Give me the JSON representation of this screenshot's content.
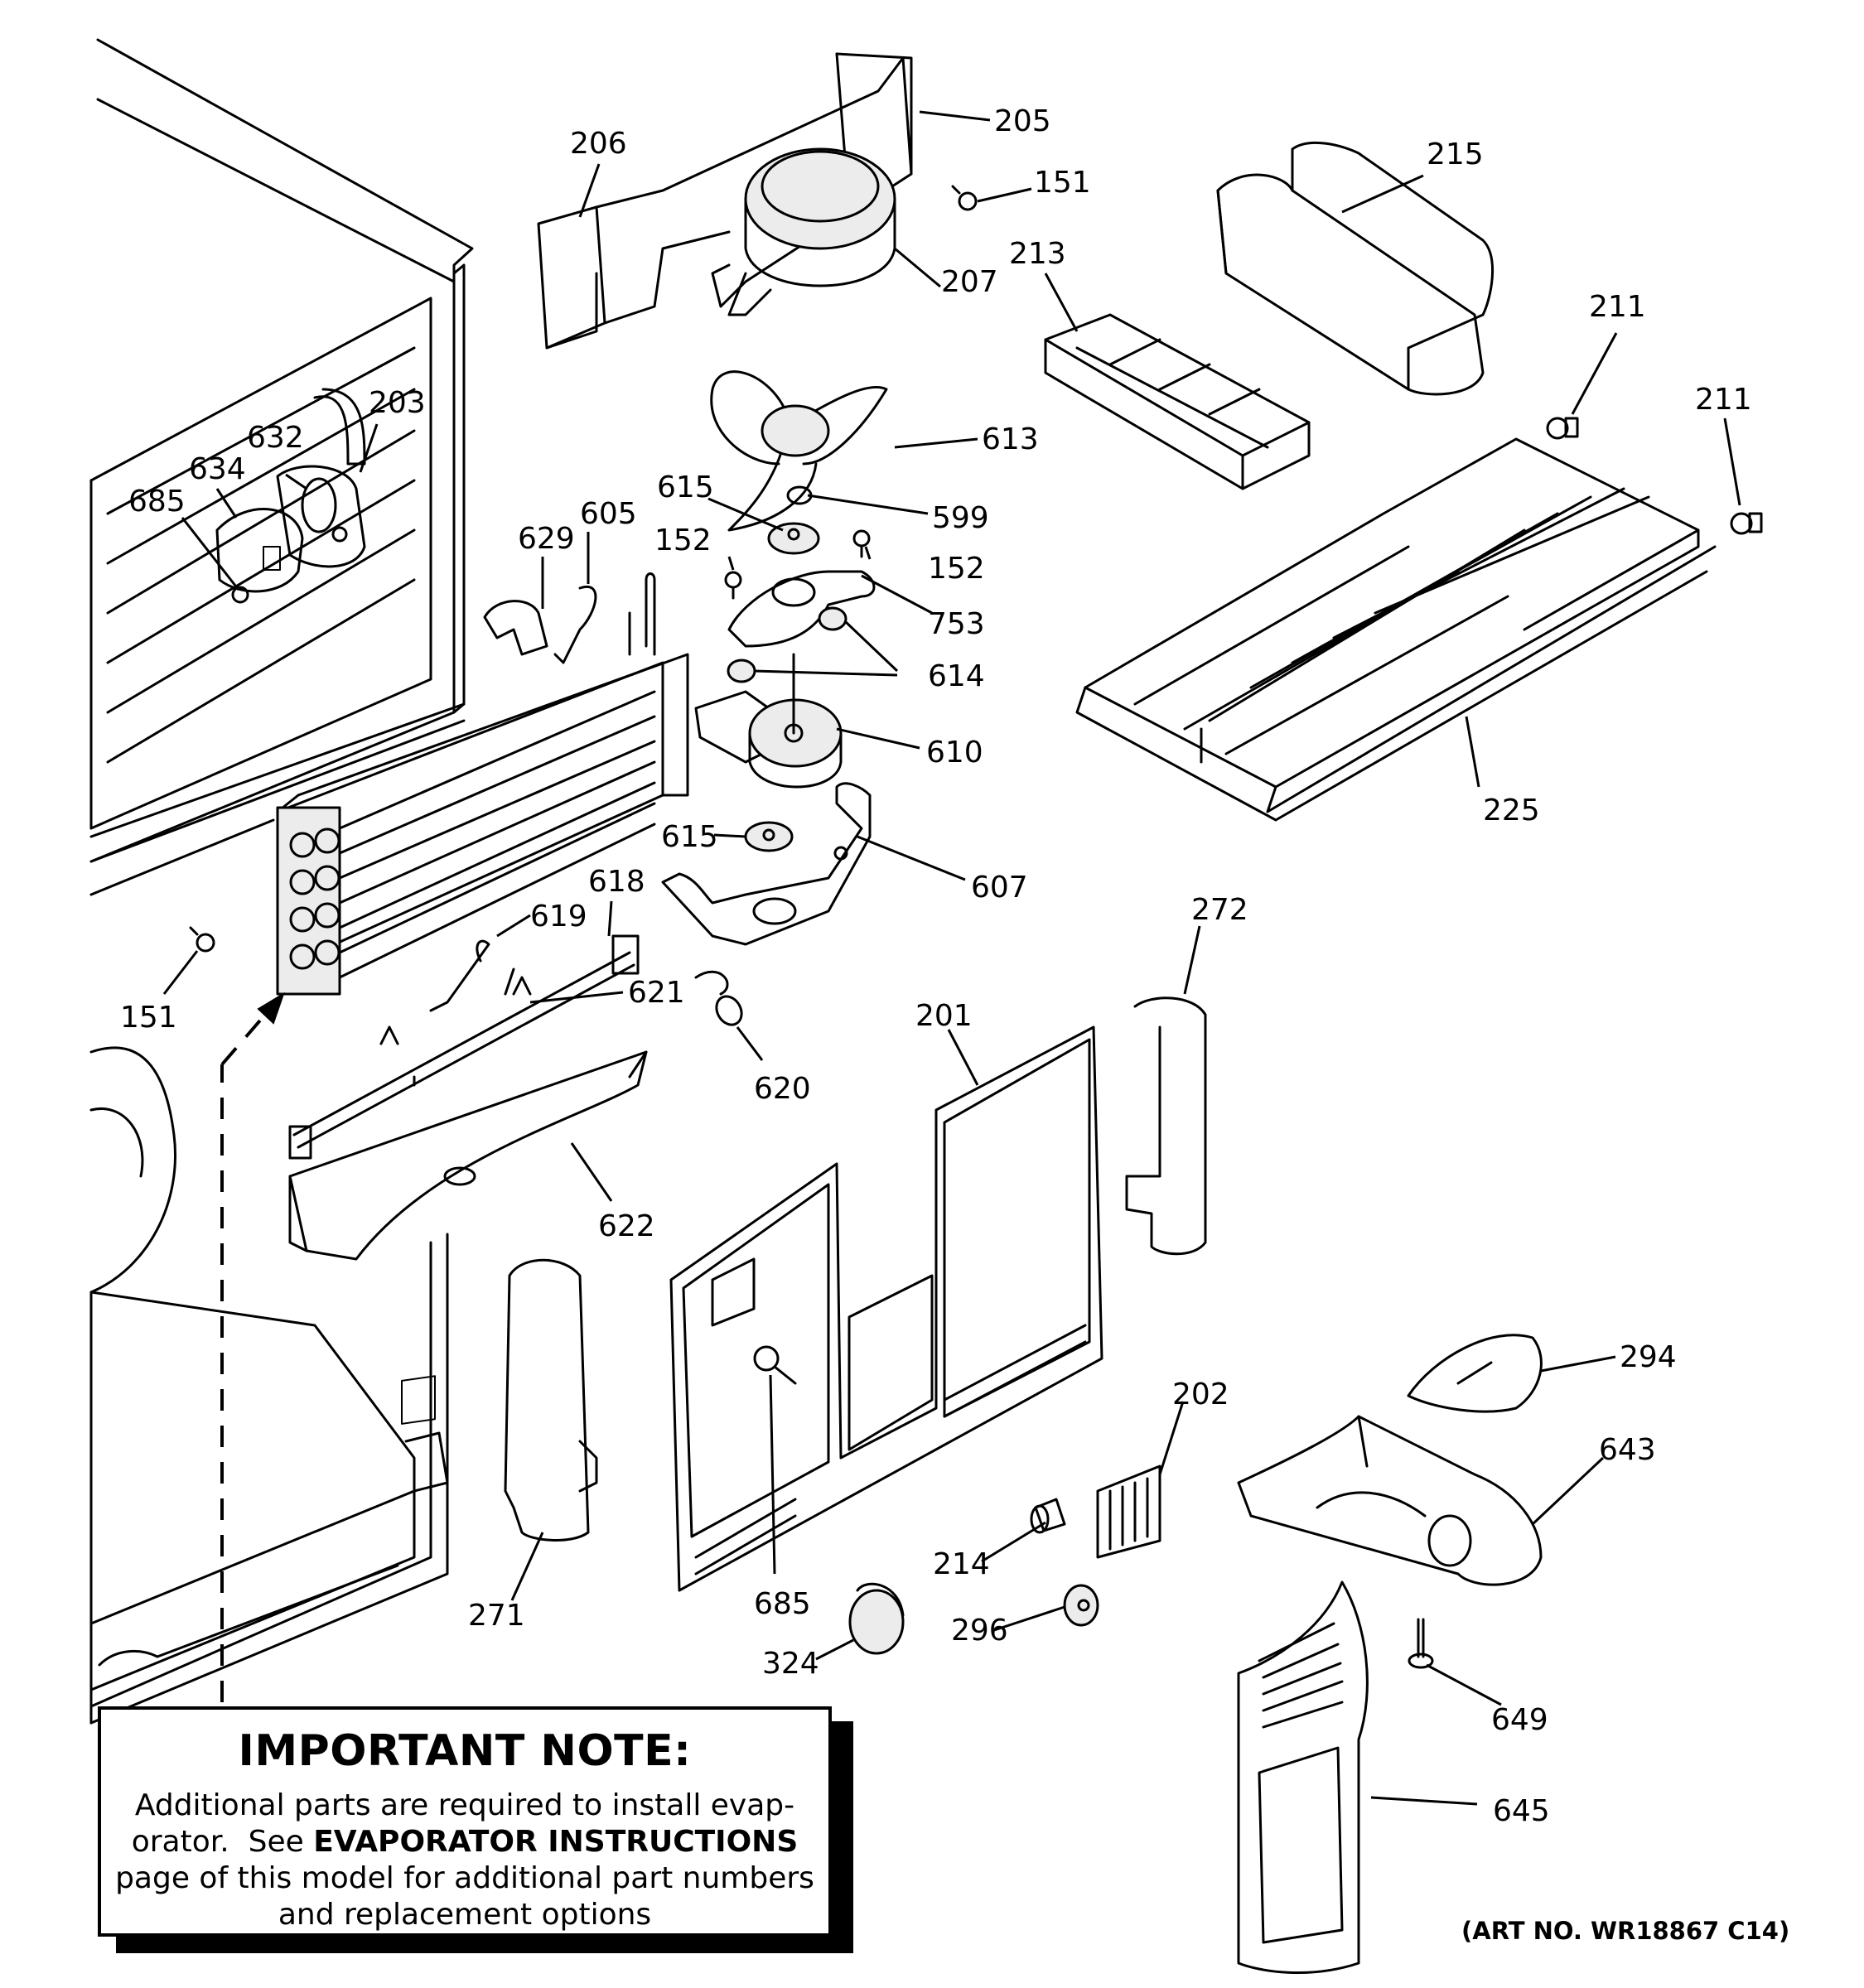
{
  "callouts": {
    "c205": "205",
    "c206": "206",
    "c151_top": "151",
    "c207": "207",
    "c215": "215",
    "c213": "213",
    "c211_a": "211",
    "c211_b": "211",
    "c203": "203",
    "c632": "632",
    "c634": "634",
    "c685_top": "685",
    "c613": "613",
    "c615_top": "615",
    "c599": "599",
    "c629": "629",
    "c605": "605",
    "c152_left": "152",
    "c152_right": "152",
    "c753": "753",
    "c614": "614",
    "c610": "610",
    "c225": "225",
    "c615_bottom": "615",
    "c607": "607",
    "c618": "618",
    "c619": "619",
    "c621": "621",
    "c151_left": "151",
    "c272": "272",
    "c201": "201",
    "c620": "620",
    "c622": "622",
    "c294": "294",
    "c202": "202",
    "c643": "643",
    "c214": "214",
    "c271": "271",
    "c685_bottom": "685",
    "c296": "296",
    "c324": "324",
    "c649": "649",
    "c645": "645"
  },
  "note": {
    "title": "IMPORTANT NOTE:",
    "line1": "Additional parts are required to install evap-",
    "line2_prefix": "orator.  See ",
    "line2_bold": "EVAPORATOR INSTRUCTIONS",
    "line3": "page of this model for additional part numbers",
    "line4": "and replacement options"
  },
  "art_number": "(ART NO. WR18867 C14)"
}
